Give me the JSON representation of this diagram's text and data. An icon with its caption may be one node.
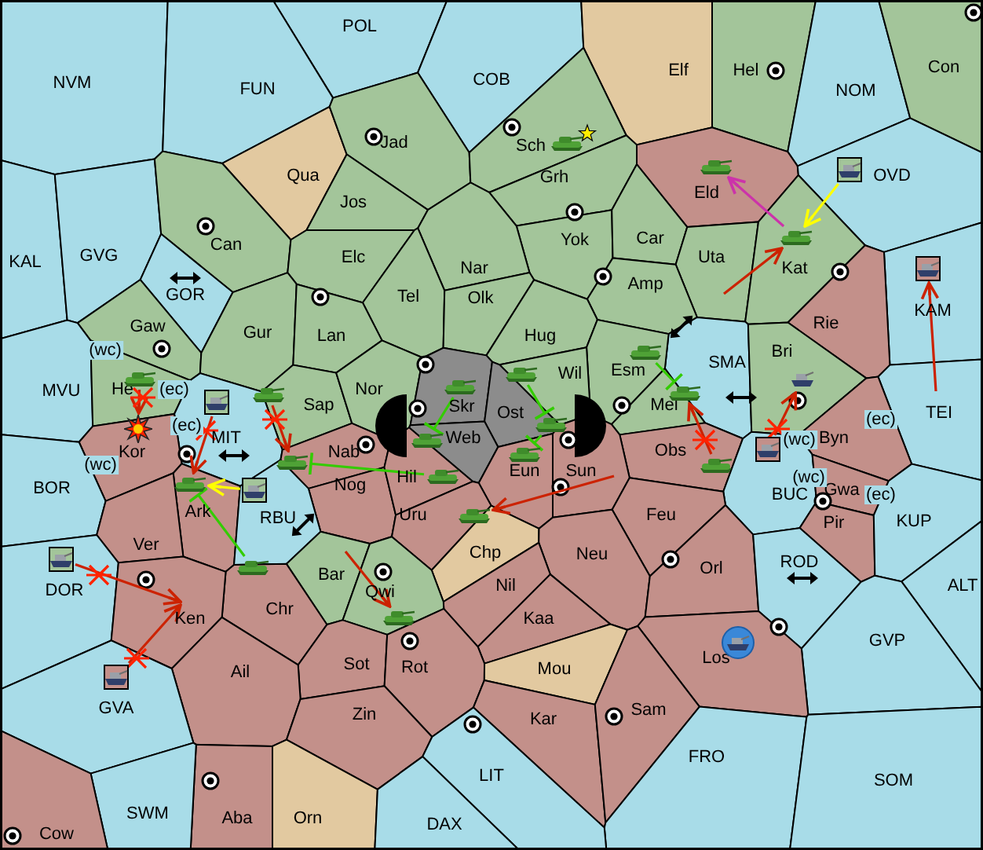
{
  "diagram": {
    "nodes": [
      {
        "text": [
          "POL"
        ]
      },
      {
        "text": [
          "NVM"
        ]
      },
      {
        "text": [
          "FUN"
        ]
      },
      {
        "text": [
          "COB"
        ]
      },
      {
        "text": [
          "Elf"
        ]
      },
      {
        "text": [
          "Hel"
        ]
      },
      {
        "text": [
          "NOM"
        ]
      },
      {
        "text": [
          "Con"
        ]
      },
      {
        "text": [
          "Qua"
        ]
      },
      {
        "text": [
          "Jad"
        ]
      },
      {
        "text": [
          "Sch"
        ]
      },
      {
        "text": [
          "Eld"
        ]
      },
      {
        "text": [
          "OVD"
        ]
      },
      {
        "text": [
          "KAL"
        ]
      },
      {
        "text": [
          "GVG"
        ]
      },
      {
        "text": [
          "Can"
        ]
      },
      {
        "text": [
          "Jos"
        ]
      },
      {
        "text": [
          "Grh"
        ]
      },
      {
        "text": [
          "Yok"
        ]
      },
      {
        "text": [
          "Car"
        ]
      },
      {
        "text": [
          "Uta"
        ]
      },
      {
        "text": [
          "Kat"
        ]
      },
      {
        "text": [
          "Elc"
        ]
      },
      {
        "text": [
          "Nar"
        ]
      },
      {
        "text": [
          "GOR"
        ]
      },
      {
        "text": [
          "Tel"
        ]
      },
      {
        "text": [
          "Olk"
        ]
      },
      {
        "text": [
          "Amp"
        ]
      },
      {
        "text": [
          "KAM"
        ]
      },
      {
        "text": [
          "Gaw"
        ]
      },
      {
        "text": [
          "Gur"
        ]
      },
      {
        "text": [
          "Lan"
        ]
      },
      {
        "text": [
          "Hug"
        ]
      },
      {
        "text": [
          "Rie"
        ]
      },
      {
        "text": [
          "SMA"
        ]
      },
      {
        "text": [
          "Bri"
        ]
      },
      {
        "text": [
          "Esm"
        ]
      },
      {
        "text": [
          "Wil"
        ]
      },
      {
        "text": [
          "MVU"
        ]
      },
      {
        "text": [
          "He"
        ]
      },
      {
        "text": [
          "Sap"
        ]
      },
      {
        "text": [
          "Nor"
        ]
      },
      {
        "text": [
          "Skr"
        ]
      },
      {
        "text": [
          "Ost"
        ]
      },
      {
        "text": [
          "Mel"
        ]
      },
      {
        "text": [
          "TEI"
        ]
      },
      {
        "text": [
          "Byn"
        ]
      },
      {
        "text": [
          "MIT"
        ]
      },
      {
        "text": [
          "Kor"
        ]
      },
      {
        "text": [
          "Nab"
        ]
      },
      {
        "text": [
          "Web"
        ]
      },
      {
        "text": [
          "Obs"
        ]
      },
      {
        "text": [
          "Eun"
        ]
      },
      {
        "text": [
          "Sun"
        ]
      },
      {
        "text": [
          "BOR"
        ]
      },
      {
        "text": [
          "Nog"
        ]
      },
      {
        "text": [
          "Hil"
        ]
      },
      {
        "text": [
          "BUC"
        ]
      },
      {
        "text": [
          "Gwa"
        ]
      },
      {
        "text": [
          "Ark"
        ]
      },
      {
        "text": [
          "RBU"
        ]
      },
      {
        "text": [
          "Uru"
        ]
      },
      {
        "text": [
          "Feu"
        ]
      },
      {
        "text": [
          "Pir"
        ]
      },
      {
        "text": [
          "KUP"
        ]
      },
      {
        "text": [
          "Ver"
        ]
      },
      {
        "text": [
          "Chp"
        ]
      },
      {
        "text": [
          "Neu"
        ]
      },
      {
        "text": [
          "Bar"
        ]
      },
      {
        "text": [
          "Orl"
        ]
      },
      {
        "text": [
          "ROD"
        ]
      },
      {
        "text": [
          "ALT"
        ]
      },
      {
        "text": [
          "DOR"
        ]
      },
      {
        "text": [
          "Nil"
        ]
      },
      {
        "text": [
          "Qwi"
        ]
      },
      {
        "text": [
          "Chr"
        ]
      },
      {
        "text": [
          "Ken"
        ]
      },
      {
        "text": [
          "Kaa"
        ]
      },
      {
        "text": [
          "GVP"
        ]
      },
      {
        "text": [
          "Los"
        ]
      },
      {
        "text": [
          "Sot"
        ]
      },
      {
        "text": [
          "Rot"
        ]
      },
      {
        "text": [
          "Mou"
        ]
      },
      {
        "text": [
          "Ail"
        ]
      },
      {
        "text": [
          "GVA"
        ]
      },
      {
        "text": [
          "Zin"
        ]
      },
      {
        "text": [
          "Kar"
        ]
      },
      {
        "text": [
          "Sam"
        ]
      },
      {
        "text": [
          "FRO"
        ]
      },
      {
        "text": [
          "LIT"
        ]
      },
      {
        "text": [
          "SOM"
        ]
      },
      {
        "text": [
          "Aba"
        ]
      },
      {
        "text": [
          "Orn"
        ]
      },
      {
        "text": [
          "SWM"
        ]
      },
      {
        "text": [
          "DAX"
        ]
      },
      {
        "text": [
          "Cow"
        ]
      },
      {
        "text": [],
        "shape": "picture",
        "in": 39
      },
      {
        "text": [],
        "shape": "picture",
        "in": 47
      },
      {
        "text": [],
        "shape": "picture",
        "in": 40
      },
      {
        "text": [],
        "shape": "picture",
        "in": 49
      },
      {
        "text": [],
        "shape": "picture",
        "in": 59
      },
      {
        "text": [],
        "shape": "picture",
        "in": 60
      },
      {
        "text": [],
        "shape": "picture",
        "in": 75
      },
      {
        "text": [],
        "shape": "picture",
        "in": 56
      },
      {
        "text": [],
        "shape": "picture",
        "in": 42
      },
      {
        "text": [],
        "shape": "picture",
        "in": 50
      },
      {
        "text": [],
        "shape": "picture",
        "in": 37
      },
      {
        "text": [],
        "shape": "picture",
        "in": 43
      },
      {
        "text": [],
        "shape": "picture",
        "in": 52
      },
      {
        "text": [],
        "shape": "picture",
        "in": 61
      },
      {
        "text": [],
        "shape": "picture",
        "in": 74
      },
      {
        "text": [],
        "shape": "picture",
        "in": 10
      },
      {
        "text": [],
        "shape": "picture",
        "in": 11
      },
      {
        "text": [],
        "shape": "picture",
        "in": 21
      },
      {
        "text": [],
        "shape": "picture",
        "in": 12
      },
      {
        "text": [],
        "shape": "picture",
        "in": 28
      },
      {
        "text": [],
        "shape": "picture",
        "in": 36
      },
      {
        "text": [],
        "shape": "picture",
        "in": 44
      },
      {
        "text": [],
        "shape": "picture",
        "in": 35
      },
      {
        "text": [],
        "shape": "picture",
        "in": 57
      },
      {
        "text": [],
        "shape": "picture",
        "in": 51
      },
      {
        "text": [],
        "shape": "picture",
        "in": 72
      },
      {
        "text": [],
        "shape": "picture",
        "in": 84
      },
      {
        "text": [],
        "shape": "picture",
        "in": 79
      },
      {
        "text": [],
        "shape": "picture",
        "in": 48
      }
    ],
    "edges": [
      {
        "from": 96,
        "to": 124,
        "arrow": "to"
      },
      {
        "from": 97,
        "to": 100,
        "arrow": "to"
      },
      {
        "from": 98,
        "to": 99,
        "arrow": "to"
      },
      {
        "from": 101,
        "to": 100,
        "arrow": "to",
        "color": "#ffff00"
      },
      {
        "from": 102,
        "to": 100,
        "arrow": "other",
        "color": "#33cc00"
      },
      {
        "from": 103,
        "to": 99,
        "arrow": "other",
        "color": "#33cc00"
      },
      {
        "from": 104,
        "to": 105,
        "arrow": "other",
        "color": "#33cc00"
      },
      {
        "from": 106,
        "to": 107,
        "arrow": "other",
        "color": "#33cc00"
      },
      {
        "from": 107,
        "to": 108,
        "arrow": "other",
        "color": "#33cc00"
      },
      {
        "from": 20,
        "to": 113,
        "arrow": "to"
      },
      {
        "from": 113,
        "to": 112,
        "arrow": "to",
        "color": "#cc33aa"
      },
      {
        "from": 114,
        "to": 113,
        "arrow": "to",
        "color": "#ffff00"
      },
      {
        "from": 45,
        "to": 115,
        "arrow": "to"
      },
      {
        "from": 116,
        "to": 117,
        "arrow": "other",
        "color": "#33cc00"
      },
      {
        "from": 120,
        "to": 117,
        "arrow": "to"
      },
      {
        "from": 119,
        "to": 118,
        "arrow": "to"
      },
      {
        "from": 121,
        "to": 76,
        "arrow": "to"
      },
      {
        "from": 122,
        "to": 76,
        "arrow": "to"
      },
      {
        "from": 53,
        "to": 109,
        "arrow": "to"
      },
      {
        "from": 68,
        "to": 110,
        "arrow": "to"
      }
    ],
    "labels": [
      "(wc)",
      "(ec)",
      "(ec)",
      "(ec)",
      "(wc)",
      "(wc)",
      "(wc)",
      "(ec)"
    ]
  }
}
